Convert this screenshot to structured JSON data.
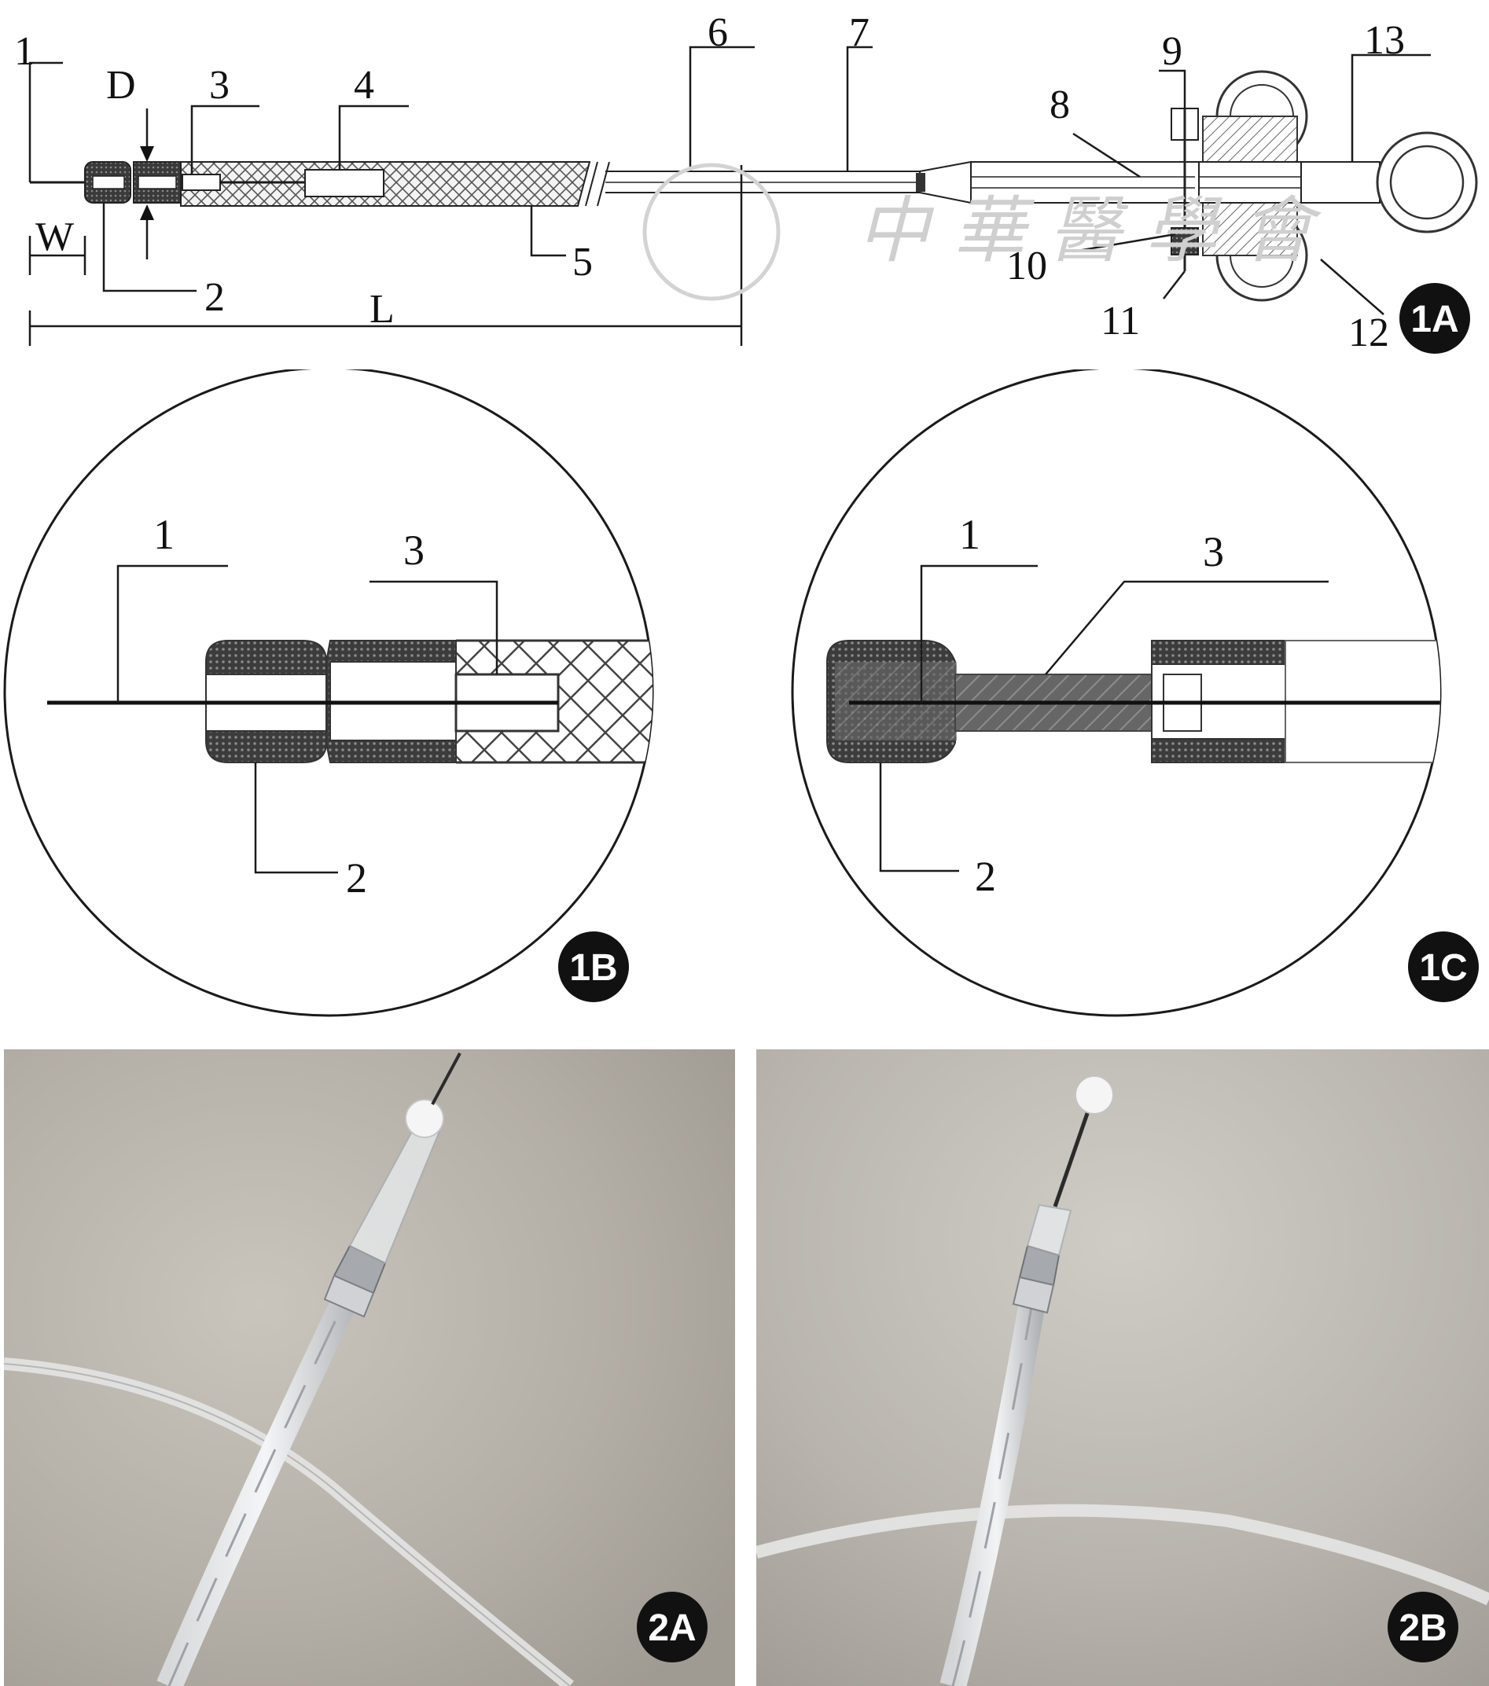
{
  "figure_1a": {
    "badge": "1A",
    "labels": {
      "l1": "1",
      "l2": "2",
      "l3": "3",
      "l4": "4",
      "l5": "5",
      "l6": "6",
      "l7": "7",
      "l8": "8",
      "l9": "9",
      "l10": "10",
      "l11": "11",
      "l12": "12",
      "l13": "13",
      "dim_d": "D",
      "dim_w": "W",
      "dim_l": "L"
    },
    "watermark": "中華醫學會"
  },
  "figure_1b": {
    "badge": "1B",
    "labels": {
      "l1": "1",
      "l2": "2",
      "l3": "3"
    }
  },
  "figure_1c": {
    "badge": "1C",
    "labels": {
      "l1": "1",
      "l2": "2",
      "l3": "3"
    }
  },
  "photo_2a": {
    "badge": "2A"
  },
  "photo_2b": {
    "badge": "2B"
  },
  "colors": {
    "line": "#1a1a1a",
    "hatch": "#555555",
    "photo_bg": "#b8b3ab",
    "badge": "#111111"
  }
}
